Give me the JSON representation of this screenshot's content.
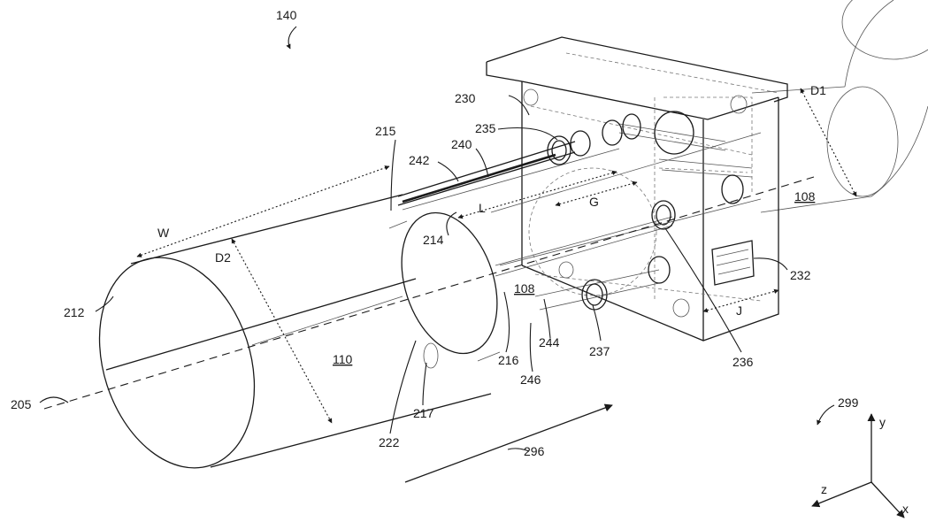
{
  "figure": {
    "ref_numerals": {
      "fig": "140",
      "axis": "205",
      "end_a": "212",
      "line_a": "214",
      "flange": "215",
      "line_b": "216",
      "bore": "217",
      "inner_end": "222",
      "block": "230",
      "connector": "232",
      "port_a": "235",
      "port_b": "236",
      "port_c": "237",
      "rod": "240",
      "spring": "242",
      "edge_a": "244",
      "edge_b": "246",
      "direction": "296",
      "coords": "299"
    },
    "region_labels": {
      "tube": "110",
      "channel": "108",
      "channel_right": "108"
    },
    "dimensions": {
      "width": "W",
      "diameter_2": "D2",
      "diameter_1": "D1",
      "length": "L",
      "gap": "G",
      "offset": "J"
    },
    "axes": {
      "y": "y",
      "z": "z",
      "x": "x"
    }
  }
}
